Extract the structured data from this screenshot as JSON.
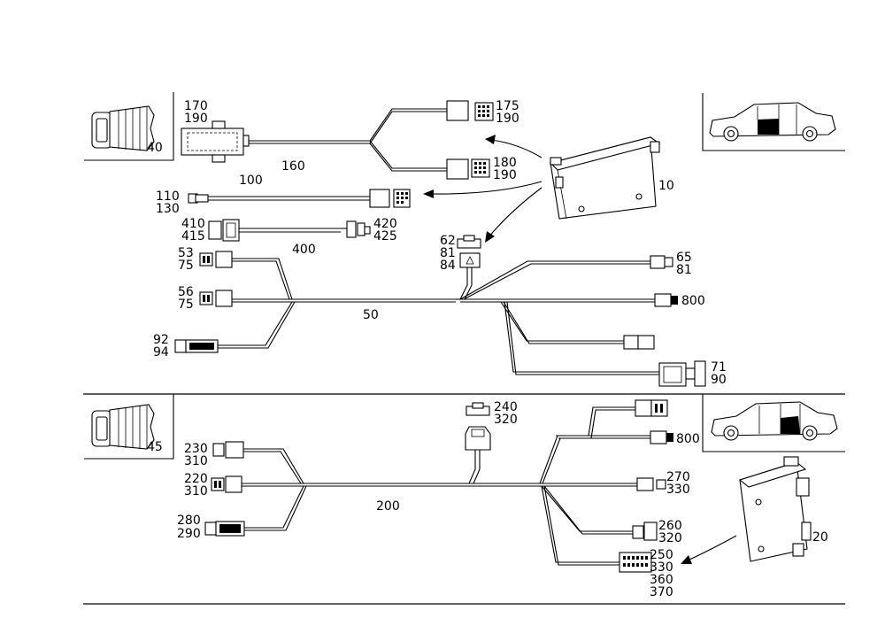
{
  "labels": {
    "l40": "40",
    "l45": "45",
    "l10": "10",
    "l20": "20",
    "l160": "160",
    "l100": "100",
    "l400": "400",
    "l50": "50",
    "l200": "200",
    "l170": "170",
    "l190a": "190",
    "l175": "175",
    "l190b": "190",
    "l180": "180",
    "l190c": "190",
    "l110": "110",
    "l130": "130",
    "l410": "410",
    "l415": "415",
    "l420": "420",
    "l425": "425",
    "l62": "62",
    "l81a": "81",
    "l84": "84",
    "l53": "53",
    "l75a": "75",
    "l56": "56",
    "l75b": "75",
    "l92": "92",
    "l94": "94",
    "l65": "65",
    "l81b": "81",
    "l800a": "800",
    "l71": "71",
    "l90": "90",
    "l240": "240",
    "l320a": "320",
    "l230": "230",
    "l310a": "310",
    "l220": "220",
    "l310b": "310",
    "l280": "280",
    "l290": "290",
    "l800b": "800",
    "l270": "270",
    "l330a": "330",
    "l260": "260",
    "l320b": "320",
    "l250": "250",
    "l330b": "330",
    "l360": "360",
    "l370": "370"
  }
}
